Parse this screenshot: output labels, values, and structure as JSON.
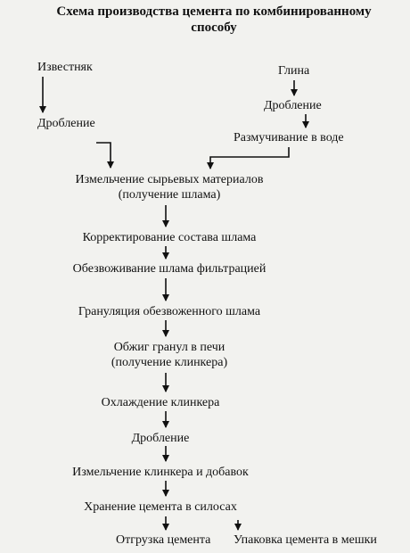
{
  "title": {
    "line1": "Схема производства цемента по комбинированному",
    "line2": "способу"
  },
  "left_branch": {
    "step1": "Известняк",
    "step2": "Дробление"
  },
  "right_branch": {
    "step1": "Глина",
    "step2": "Дробление",
    "step3": "Размучивание в воде"
  },
  "main_chain": {
    "grinding_line1": "Измельчение сырьевых материалов",
    "grinding_line2": "(получение шлама)",
    "correction": "Корректирование состава шлама",
    "dewatering": "Обезвоживание шлама фильтрацией",
    "granulation": "Грануляция обезвоженного шлама",
    "firing_line1": "Обжиг гранул в печи",
    "firing_line2": "(получение клинкера)",
    "cooling": "Охлаждение клинкера",
    "crushing": "Дробление",
    "clinker_grinding": "Измельчение клинкера и добавок",
    "storage": "Хранение цемента в силосах"
  },
  "outputs": {
    "shipping": "Отгрузка цемента",
    "packing": "Упаковка цемента в мешки"
  }
}
